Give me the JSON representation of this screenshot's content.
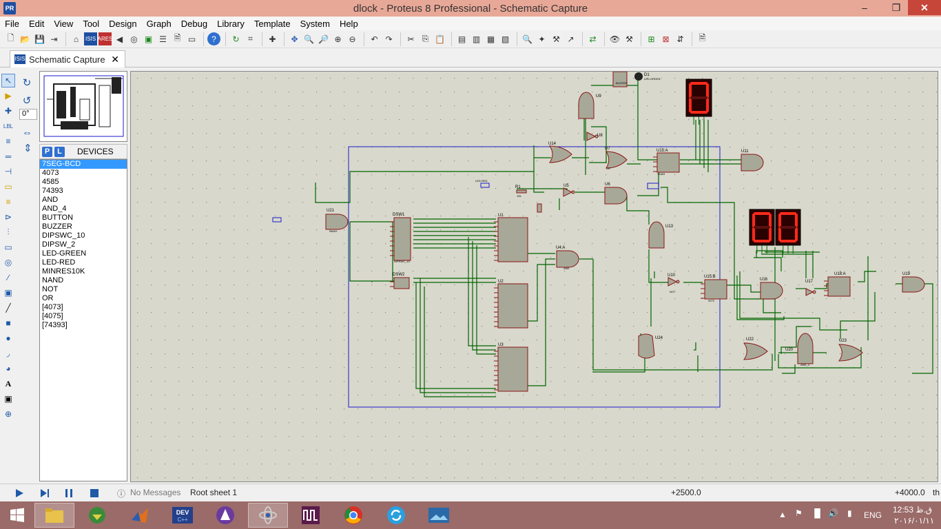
{
  "window": {
    "title": "dlock - Proteus 8 Professional - Schematic Capture",
    "app_icon": "PR"
  },
  "menu": [
    "File",
    "Edit",
    "View",
    "Tool",
    "Design",
    "Graph",
    "Debug",
    "Library",
    "Template",
    "System",
    "Help"
  ],
  "tab": {
    "label": "Schematic Capture",
    "icon": "ISIS"
  },
  "rotation": {
    "angle": "0°"
  },
  "devices": {
    "p_label": "P",
    "l_label": "L",
    "header": "DEVICES",
    "items": [
      "7SEG-BCD",
      "4073",
      "4585",
      "74393",
      "AND",
      "AND_4",
      "BUTTON",
      "BUZZER",
      "DIPSWC_10",
      "DIPSW_2",
      "LED-GREEN",
      "LED-RED",
      "MINRES10K",
      "NAND",
      "NOT",
      "OR",
      "[4073]",
      "[4075]",
      "[74393]"
    ],
    "selected": "7SEG-BCD"
  },
  "schematic": {
    "labels": [
      "U21",
      "DSW1",
      "DSW2",
      "U1",
      "U2",
      "U3",
      "U4:A",
      "U14",
      "U7",
      "U9",
      "U8",
      "R1",
      "U5",
      "U6",
      "D1",
      "U15:A",
      "U11",
      "U13",
      "U10",
      "U15:B",
      "U16",
      "U17",
      "U18:A",
      "U19",
      "U22",
      "U20",
      "U23",
      "U24",
      "NAND",
      "AND",
      "OR",
      "NOT",
      "4073",
      "74393",
      "AND_4",
      "LED-GREEN",
      "DIPSWC_10",
      "10k",
      "LED-RED",
      "BUZZER"
    ],
    "digits": [
      "0",
      "0",
      "0"
    ],
    "colors": {
      "wire": "#006400",
      "part": "#a8a898",
      "part_border": "#8a1414",
      "box": "#1a1acc",
      "seg_bg": "#2a0000",
      "seg_on": "#ff2a1a",
      "seg_off": "#5a1010"
    }
  },
  "status": {
    "messages": "No Messages",
    "sheet": "Root sheet 1",
    "x_coord": "+2500.0",
    "y_coord": "+4000.0",
    "unit": "th"
  },
  "taskbar": {
    "apps": [
      "file-explorer",
      "internet-download",
      "matlab",
      "dev-cpp",
      "app-purple",
      "proteus",
      "proteus-vsm",
      "chrome",
      "sync-app",
      "photos"
    ],
    "lang": "ENG",
    "time": "12:53 ق.ظ",
    "date": "۲۰۱۶/۰۱/۱۱"
  }
}
